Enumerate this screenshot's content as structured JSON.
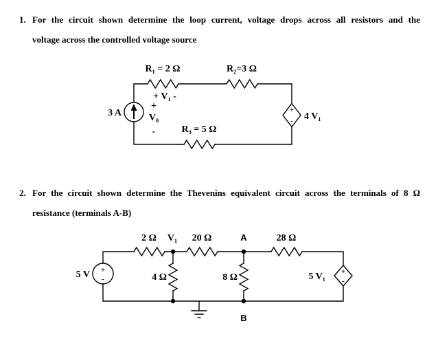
{
  "colors": {
    "ink": "#000000",
    "background": "#ffffff"
  },
  "problem1": {
    "number": "1.",
    "line1": "For the circuit shown determine the loop current, voltage drops across all resistors and the",
    "line2": "voltage across the controlled voltage source",
    "circuit": {
      "r1_label": "R₁ = 2 Ω",
      "r2_label": "R₂=3 Ω",
      "r3_label": "R₃ = 5 Ω",
      "v1_drop_label": "+ V₁ -",
      "vo_plus": "+",
      "vo_label": "V₀",
      "vo_minus": "-",
      "current_source_label": "3 A",
      "dep_source_plus": "+",
      "dep_source_minus": "-",
      "dep_source_label": "4 V₁"
    }
  },
  "problem2": {
    "number": "2.",
    "line1": "For the circuit shown determine the Thevenins equivalent circuit across the terminals of 8 Ω",
    "line2": "resistance (terminals A-B)",
    "circuit": {
      "r_series1_label": "2 Ω",
      "node_v1_label": "V₁",
      "r_series2_label": "20 Ω",
      "node_a_label": "A",
      "r_series3_label": "28 Ω",
      "source_label": "5 V",
      "source_plus": "+",
      "source_minus": "-",
      "r_shunt1_label": "4 Ω",
      "r_shunt2_label": "8 Ω",
      "dep_source_label": "5 V₁",
      "dep_source_plus": "+",
      "dep_source_minus": "-",
      "node_b_label": "B"
    }
  }
}
